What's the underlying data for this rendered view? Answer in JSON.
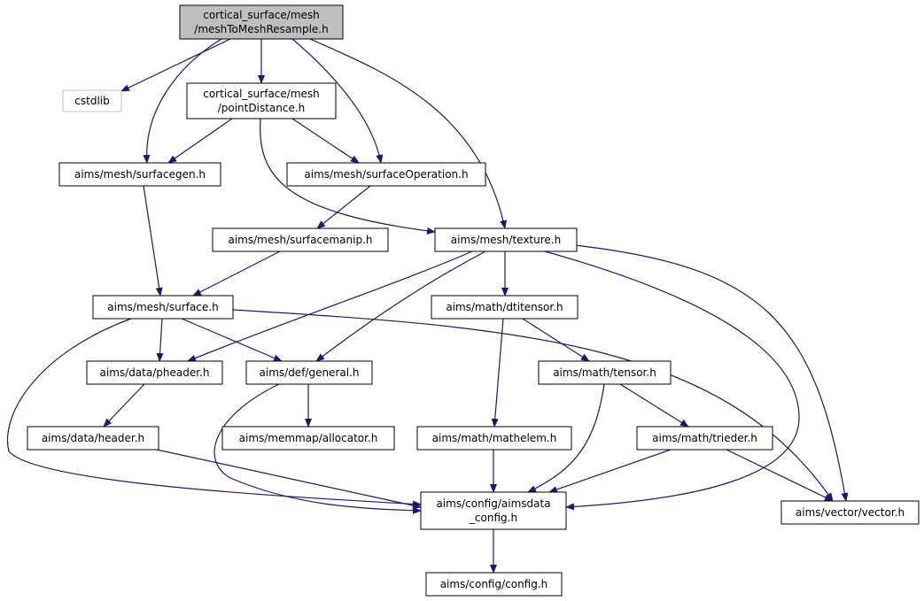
{
  "colors": {
    "edge": "#191970",
    "root_fill": "#bfbfbf",
    "node_stroke": "#000000",
    "missing_stroke": "#bfbfbf",
    "node_fill": "#ffffff",
    "text": "#000000"
  },
  "nodes": [
    {
      "id": "root",
      "lines": [
        "cortical_surface/mesh",
        "/meshToMeshResample.h"
      ],
      "kind": "root"
    },
    {
      "id": "cstdlib",
      "lines": [
        "cstdlib"
      ],
      "kind": "missing"
    },
    {
      "id": "pointDistance",
      "lines": [
        "cortical_surface/mesh",
        "/pointDistance.h"
      ],
      "kind": "normal"
    },
    {
      "id": "surfacegen",
      "lines": [
        "aims/mesh/surfacegen.h"
      ],
      "kind": "normal"
    },
    {
      "id": "surfaceOperation",
      "lines": [
        "aims/mesh/surfaceOperation.h"
      ],
      "kind": "normal"
    },
    {
      "id": "surfacemanip",
      "lines": [
        "aims/mesh/surfacemanip.h"
      ],
      "kind": "normal"
    },
    {
      "id": "texture",
      "lines": [
        "aims/mesh/texture.h"
      ],
      "kind": "normal"
    },
    {
      "id": "surface",
      "lines": [
        "aims/mesh/surface.h"
      ],
      "kind": "normal"
    },
    {
      "id": "dtitensor",
      "lines": [
        "aims/math/dtitensor.h"
      ],
      "kind": "normal"
    },
    {
      "id": "pheader",
      "lines": [
        "aims/data/pheader.h"
      ],
      "kind": "normal"
    },
    {
      "id": "general",
      "lines": [
        "aims/def/general.h"
      ],
      "kind": "normal"
    },
    {
      "id": "tensor",
      "lines": [
        "aims/math/tensor.h"
      ],
      "kind": "normal"
    },
    {
      "id": "header",
      "lines": [
        "aims/data/header.h"
      ],
      "kind": "normal"
    },
    {
      "id": "allocator",
      "lines": [
        "aims/memmap/allocator.h"
      ],
      "kind": "normal"
    },
    {
      "id": "mathelem",
      "lines": [
        "aims/math/mathelem.h"
      ],
      "kind": "normal"
    },
    {
      "id": "trieder",
      "lines": [
        "aims/math/trieder.h"
      ],
      "kind": "normal"
    },
    {
      "id": "aimsdata_config",
      "lines": [
        "aims/config/aimsdata",
        "_config.h"
      ],
      "kind": "normal"
    },
    {
      "id": "vector",
      "lines": [
        "aims/vector/vector.h"
      ],
      "kind": "normal"
    },
    {
      "id": "config",
      "lines": [
        "aims/config/config.h"
      ],
      "kind": "normal"
    }
  ],
  "edges": [
    {
      "from": "root",
      "to": "cstdlib"
    },
    {
      "from": "root",
      "to": "pointDistance"
    },
    {
      "from": "root",
      "to": "surfacegen"
    },
    {
      "from": "root",
      "to": "surfaceOperation"
    },
    {
      "from": "root",
      "to": "texture"
    },
    {
      "from": "pointDistance",
      "to": "surfacegen"
    },
    {
      "from": "pointDistance",
      "to": "surfaceOperation"
    },
    {
      "from": "pointDistance",
      "to": "texture"
    },
    {
      "from": "surfacegen",
      "to": "surface"
    },
    {
      "from": "surfaceOperation",
      "to": "surfacemanip"
    },
    {
      "from": "surfacemanip",
      "to": "surface"
    },
    {
      "from": "texture",
      "to": "pheader"
    },
    {
      "from": "texture",
      "to": "general"
    },
    {
      "from": "texture",
      "to": "dtitensor"
    },
    {
      "from": "texture",
      "to": "aimsdata_config"
    },
    {
      "from": "texture",
      "to": "vector"
    },
    {
      "from": "surface",
      "to": "pheader"
    },
    {
      "from": "surface",
      "to": "general"
    },
    {
      "from": "surface",
      "to": "aimsdata_config"
    },
    {
      "from": "surface",
      "to": "vector"
    },
    {
      "from": "dtitensor",
      "to": "tensor"
    },
    {
      "from": "dtitensor",
      "to": "mathelem"
    },
    {
      "from": "pheader",
      "to": "header"
    },
    {
      "from": "general",
      "to": "allocator"
    },
    {
      "from": "general",
      "to": "aimsdata_config"
    },
    {
      "from": "tensor",
      "to": "trieder"
    },
    {
      "from": "tensor",
      "to": "aimsdata_config"
    },
    {
      "from": "header",
      "to": "aimsdata_config"
    },
    {
      "from": "mathelem",
      "to": "aimsdata_config"
    },
    {
      "from": "trieder",
      "to": "aimsdata_config"
    },
    {
      "from": "trieder",
      "to": "vector"
    },
    {
      "from": "aimsdata_config",
      "to": "config"
    }
  ]
}
